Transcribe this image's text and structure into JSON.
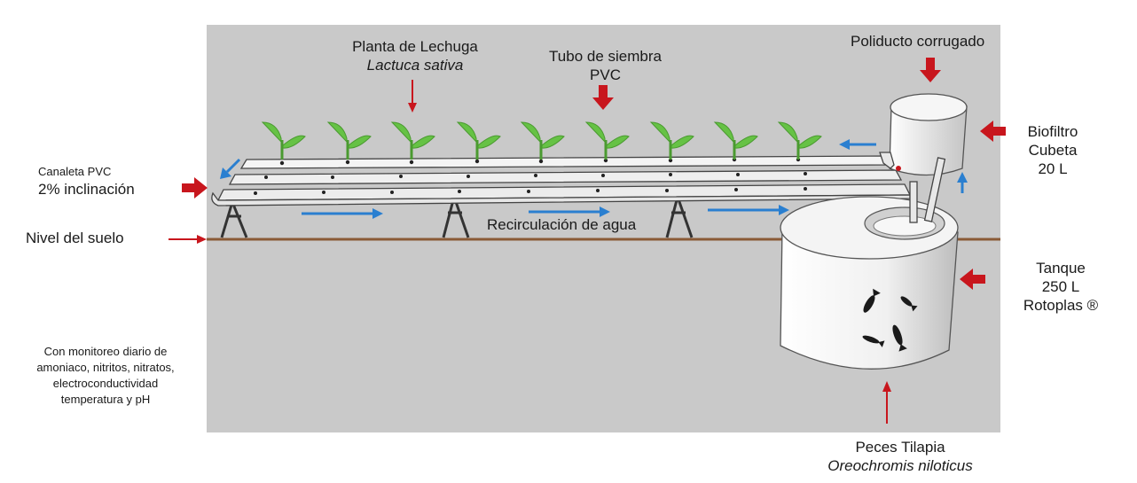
{
  "labels": {
    "plant_line1": "Planta de Lechuga",
    "plant_line2": "Lactuca sativa",
    "tube_line1": "Tubo de siembra",
    "tube_line2": "PVC",
    "duct": "Poliducto corrugado",
    "biofilter_line1": "Biofiltro",
    "biofilter_line2": "Cubeta",
    "biofilter_line3": "20 L",
    "gutter_line1": "Canaleta PVC",
    "gutter_line2": "2% inclinación",
    "ground": "Nivel del suelo",
    "recirculation": "Recirculación de agua",
    "tank_line1": "Tanque",
    "tank_line2": "250 L",
    "tank_line3": "Rotoplas ®",
    "monitor_line1": "Con monitoreo diario de",
    "monitor_line2": "amoniaco, nitritos, nitratos,",
    "monitor_line3": "electroconductividad",
    "monitor_line4": "temperatura y pH",
    "fish_line1": "Peces Tilapia",
    "fish_line2": "Oreochromis niloticus"
  },
  "colors": {
    "background_panel": "#c9c9c9",
    "ground_line": "#8a5a36",
    "red_arrow": "#c8161d",
    "blue_arrow": "#2a7fd0",
    "leaf": "#66c245",
    "pvc": "#eeeeee"
  },
  "icons": [
    "seedling-icon",
    "fish-icon",
    "red-arrow-icon",
    "blue-arrow-icon"
  ]
}
